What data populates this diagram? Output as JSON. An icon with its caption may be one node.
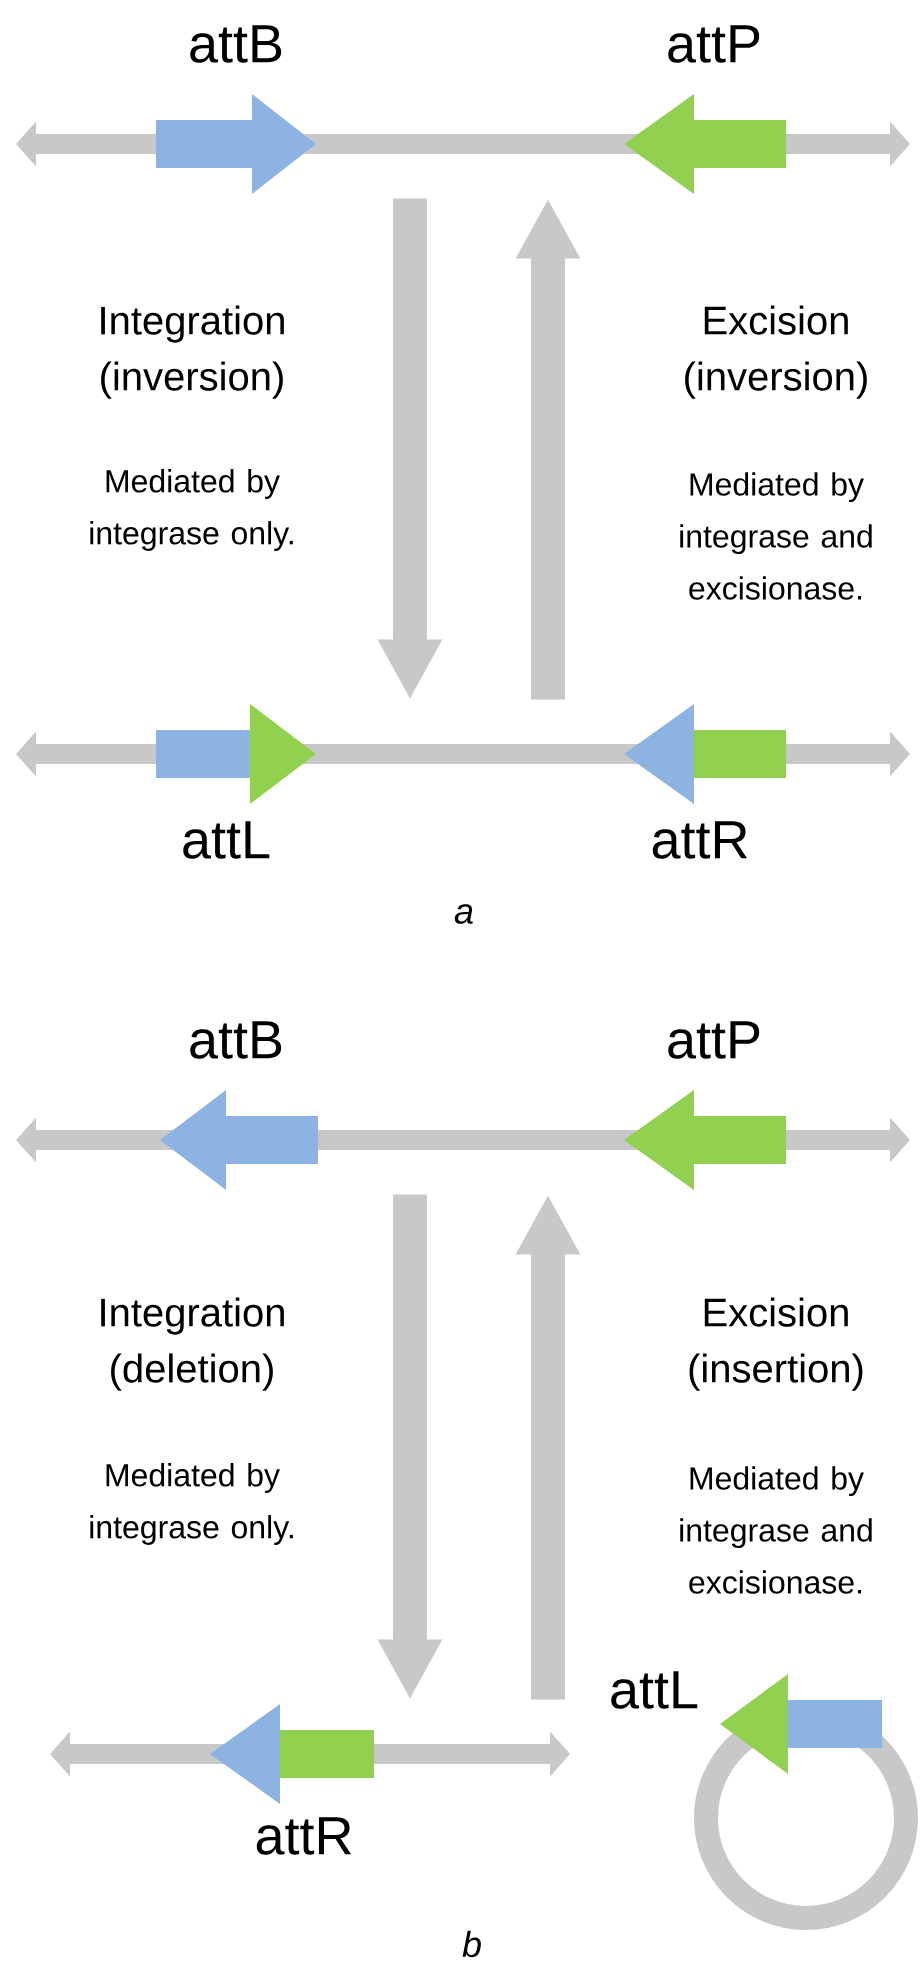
{
  "diagram": {
    "nodes": [
      {
        "text": [],
        "shape": "bar",
        "beside": [
          "attB",
          "attP"
        ]
      },
      {
        "text": [],
        "shape": "bar",
        "beside": [
          "attL",
          "attR"
        ]
      },
      {
        "text": [],
        "shape": "bar",
        "beside": [
          "attB",
          "attP"
        ]
      },
      {
        "text": [],
        "shape": "bar",
        "beside": [
          "attR"
        ]
      },
      {
        "text": [],
        "shape": "circle",
        "beside": [
          "attL"
        ]
      }
    ],
    "edges": [
      {
        "from": 0,
        "to": 1,
        "arrow": "to"
      },
      {
        "from": 1,
        "to": 0,
        "arrow": "to"
      },
      {
        "from": 2,
        "to": 3,
        "arrow": "to"
      },
      {
        "from": 3,
        "to": 2,
        "arrow": "to"
      }
    ],
    "labels": [
      "Integration (inversion)",
      "Excision (inversion)",
      "Mediated by integrase only.",
      "Mediated by integrase and excisionase.",
      "a",
      "Integration (deletion)",
      "Excision (insertion)",
      "Mediated by integrase only.",
      "Mediated by integrase and excisionase.",
      "b"
    ]
  }
}
